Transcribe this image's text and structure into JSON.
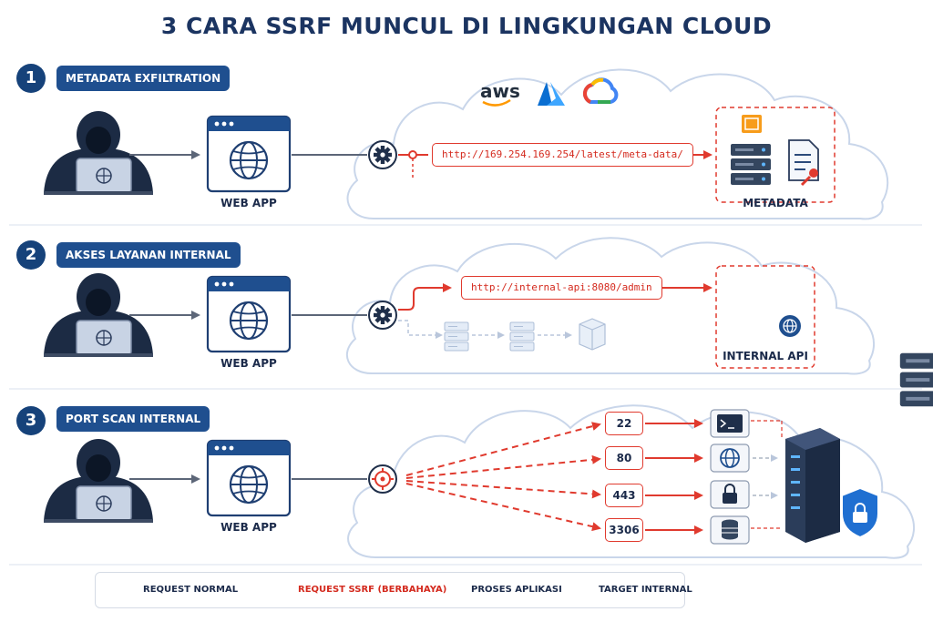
{
  "title": "3 CARA SSRF MUNCUL DI LINGKUNGAN CLOUD",
  "sections": [
    {
      "number": "1",
      "label": "METADATA EXFILTRATION",
      "app_caption": "WEB APP",
      "url": "http://169.254.169.254/latest/meta-data/",
      "target_caption": "METADATA",
      "brands": {
        "aws": "aws"
      }
    },
    {
      "number": "2",
      "label": "AKSES LAYANAN INTERNAL",
      "app_caption": "WEB APP",
      "url": "http://internal-api:8080/admin",
      "target_caption": "INTERNAL API"
    },
    {
      "number": "3",
      "label": "PORT SCAN INTERNAL",
      "app_caption": "WEB APP",
      "ports": [
        "22",
        "80",
        "443",
        "3306"
      ]
    }
  ],
  "legend": {
    "normal": "REQUEST NORMAL",
    "ssrf": "REQUEST SSRF (BERBAHAYA)",
    "process": "PROSES APLIKASI",
    "target": "TARGET INTERNAL"
  },
  "colors": {
    "navy": "#16427a",
    "danger": "#e03a2e",
    "cloud_border": "#c9d6ea",
    "arrow_normal": "#5c6678"
  }
}
